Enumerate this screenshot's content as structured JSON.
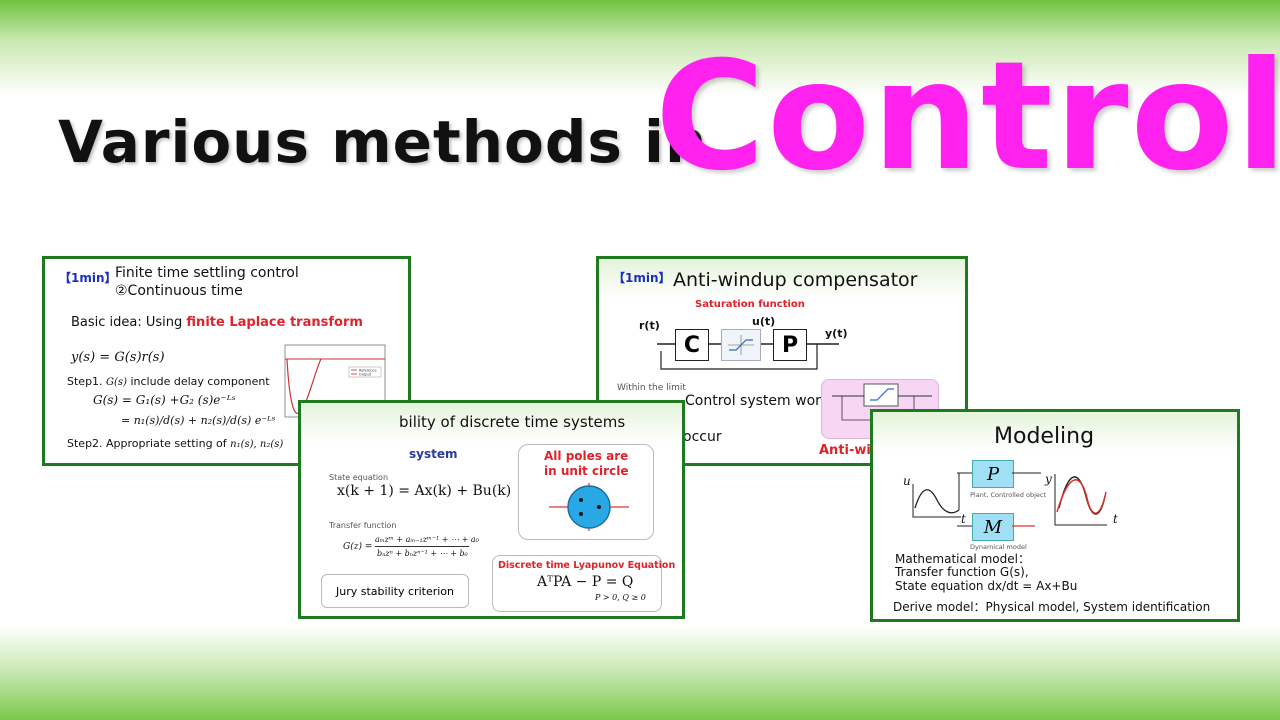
{
  "title": {
    "left": "Various methods in",
    "big": "Control"
  },
  "card1": {
    "tag": "【1min】",
    "title1": "Finite time settling control",
    "title2": "②Continuous time",
    "idea_prefix": "Basic idea: Using ",
    "idea_highlight": "finite Laplace transform",
    "eq1": "y(s) = G(s)r(s)",
    "step1": "Step1.",
    "step1_math": "G(s)",
    "step1_text": "include delay component",
    "eq2": "G(s) = G₁(s) +G₂ (s)e⁻ᴸˢ",
    "eq3": "= n₁(s)/d(s) + n₂(s)/d(s) e⁻ᴸˢ",
    "step2": "Step2.  Appropriate setting of",
    "step2_math": "n₁(s), n₂(s)",
    "legend": [
      "Reference",
      "Output"
    ]
  },
  "card2": {
    "title": "bility of discrete time systems",
    "subtitle": "system",
    "state_label": "State equation",
    "state_eq": "x(k + 1) = Ax(k) + Bu(k)",
    "tf_label": "Transfer function",
    "tf_lhs": "G(z) =",
    "tf_num": "aₘzᵐ + aₘ₋₁zᵐ⁻¹ + ⋯ + a₀",
    "tf_den": "bₙzⁿ + bₙzⁿ⁻¹ + ⋯ + b₀",
    "poles1": "All poles are",
    "poles2": "in unit circle",
    "jury": "Jury stability criterion",
    "lyap_title": "Discrete time Lyapunov Equation",
    "lyap_eq": "AᵀPA − P = Q",
    "lyap_cond": "P > 0, Q ≥ 0"
  },
  "card3": {
    "tag": "【1min】",
    "title": "Anti-windup compensator",
    "sat_label": "Saturation function",
    "r": "r(t)",
    "u": "u(t)",
    "y": "y(t)",
    "c": "C",
    "p": "P",
    "within": "Within the limit",
    "works": "Control system works fine",
    "occur": "occur",
    "aw_form": "Anti-windup form"
  },
  "card4": {
    "title": "Modeling",
    "p": "P",
    "plant": "Plant, Controlled object",
    "m": "M",
    "dyn": "Dynamical model",
    "u": "u",
    "y": "y",
    "t1": "t",
    "t2": "t",
    "l1": "Mathematical model：",
    "l2": "Transfer function G(s),",
    "l3": "State equation dx/dt = Ax+Bu",
    "l4": "Derive model：Physical model, System identification"
  },
  "colors": {
    "brand": "#ff22ee",
    "border": "#1f7a1f",
    "accent_red": "#e0222b",
    "tag_blue": "#1a2fbf"
  }
}
